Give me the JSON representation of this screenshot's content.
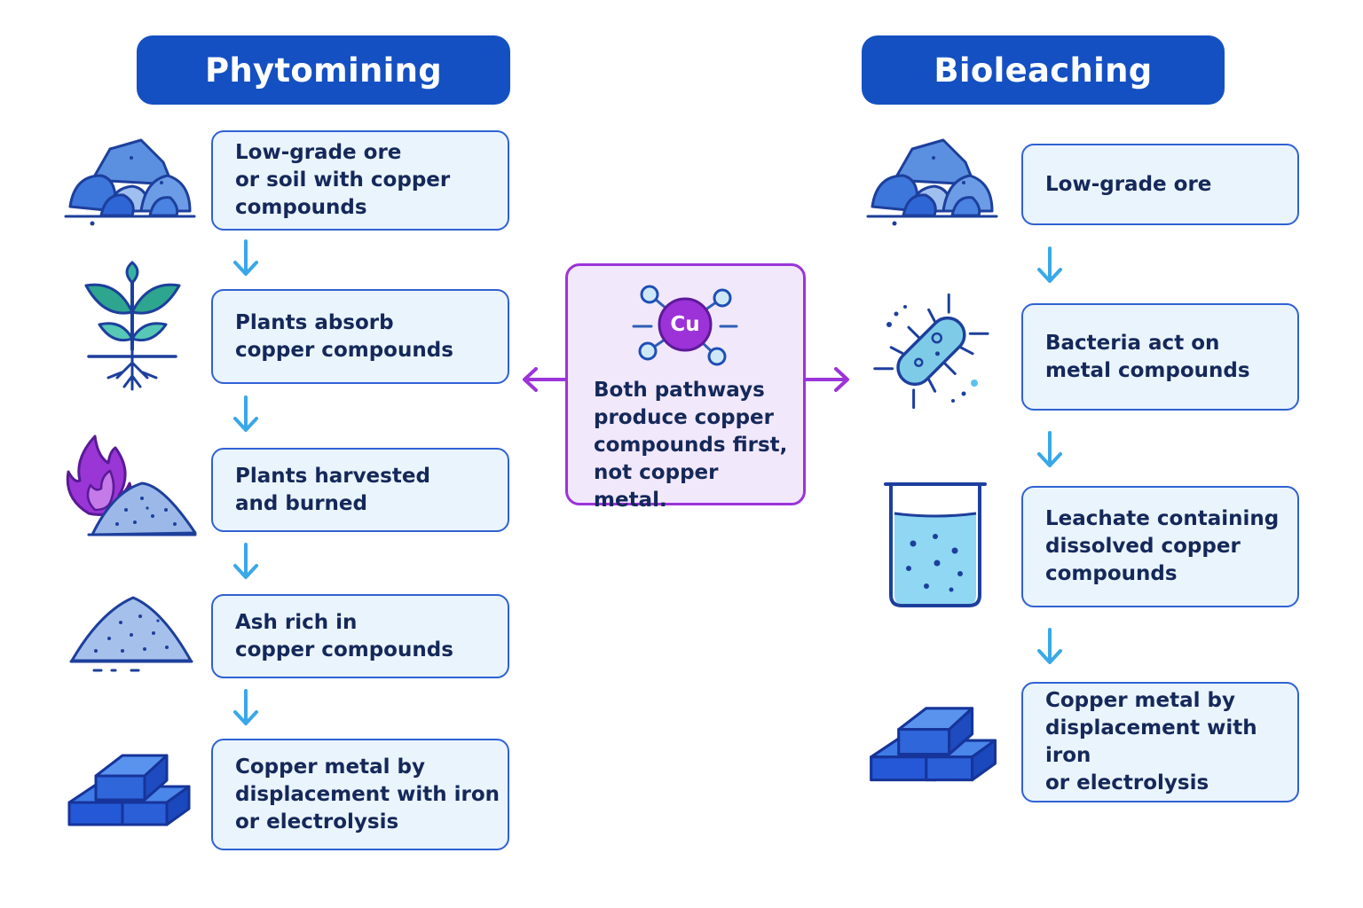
{
  "phytomining": {
    "title": "Phytomining",
    "steps": [
      {
        "text": "Low-grade ore\nor soil with copper\ncompounds",
        "icon": "ore-pile-icon"
      },
      {
        "text": "Plants absorb\ncopper compounds",
        "icon": "plant-icon"
      },
      {
        "text": "Plants harvested\nand burned",
        "icon": "fire-ash-icon"
      },
      {
        "text": "Ash rich in\ncopper compounds",
        "icon": "ash-pile-icon"
      },
      {
        "text": "Copper metal by\ndisplacement with iron\nor electrolysis",
        "icon": "copper-bars-icon"
      }
    ]
  },
  "bioleaching": {
    "title": "Bioleaching",
    "steps": [
      {
        "text": "Low-grade ore",
        "icon": "ore-pile-icon"
      },
      {
        "text": "Bacteria act on\nmetal compounds",
        "icon": "bacteria-icon"
      },
      {
        "text": "Leachate containing\ndissolved copper\ncompounds",
        "icon": "beaker-icon"
      },
      {
        "text": "Copper metal by\ndisplacement with iron\nor electrolysis",
        "icon": "copper-bars-icon"
      }
    ]
  },
  "center_note": {
    "symbol": "Cu",
    "text": "Both pathways\nproduce copper\ncompounds first,\nnot copper metal.",
    "icon": "copper-molecule-icon"
  },
  "colors": {
    "header": "#1450c2",
    "box_fill": "#eaf4fc",
    "box_border": "#2f62d3",
    "arrow": "#3aa8e8",
    "note_border": "#9b34d9",
    "note_fill": "#f2e8fb",
    "text": "#14285a"
  }
}
